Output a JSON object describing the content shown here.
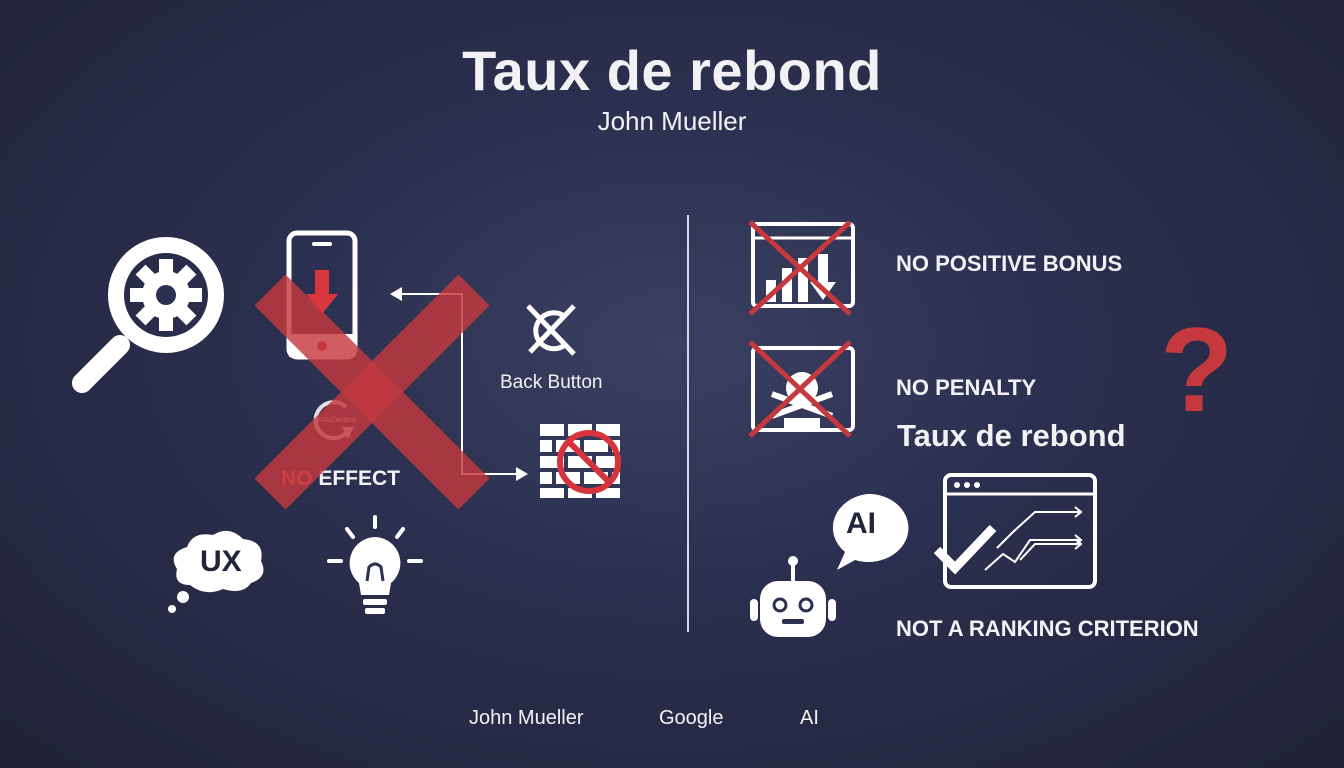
{
  "header": {
    "title": "Taux de rebond",
    "subtitle": "John Mueller"
  },
  "left": {
    "back_button_label": "Back Button",
    "no_effect_prefix": "NO",
    "no_effect_suffix": "EFFECT",
    "reload_text": "Stitdheanst",
    "ux_bubble": "UX"
  },
  "right": {
    "items": [
      {
        "label": "NO POSITIVE BONUS"
      },
      {
        "label": "NO PENALTY"
      }
    ],
    "center_label": "Taux de rebond",
    "question_mark": "?",
    "ai_bubble": "AI",
    "ranking_label": "NOT A RANKING CRITERION"
  },
  "footer": {
    "items": [
      "John Mueller",
      "Google",
      "AI"
    ]
  },
  "colors": {
    "accent_red": "#c4383e",
    "text": "#f2f2f5",
    "background": "#2c3050"
  }
}
